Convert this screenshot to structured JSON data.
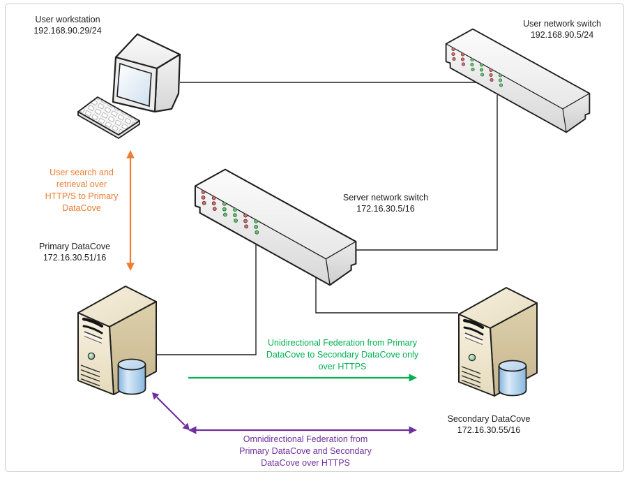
{
  "nodes": {
    "user_workstation": {
      "name": "User workstation",
      "ip": "192.168.90.29/24"
    },
    "user_network_switch": {
      "name": "User network switch",
      "ip": "192.168.90.5/24"
    },
    "server_network_switch": {
      "name": "Server network switch",
      "ip": "172.16.30.5/16"
    },
    "primary_datacove": {
      "name": "Primary DataCove",
      "ip": "172.16.30.51/16"
    },
    "secondary_datacove": {
      "name": "Secondary DataCove",
      "ip": "172.16.30.55/16"
    }
  },
  "flows": {
    "user_search": {
      "color": "#ED7D31",
      "lines": [
        "User search and",
        "retrieval over",
        "HTTP/S to Primary",
        "DataCove"
      ]
    },
    "unidirectional_federation": {
      "color": "#00B050",
      "lines": [
        "Unidirectional Federation from Primary",
        "DataCove to Secondary DataCove only",
        "over HTTPS"
      ]
    },
    "omnidirectional_federation": {
      "color": "#7030A0",
      "lines": [
        "Omnidirectional Federation from",
        "Primary DataCove and Secondary",
        "DataCove over HTTPS"
      ]
    }
  }
}
